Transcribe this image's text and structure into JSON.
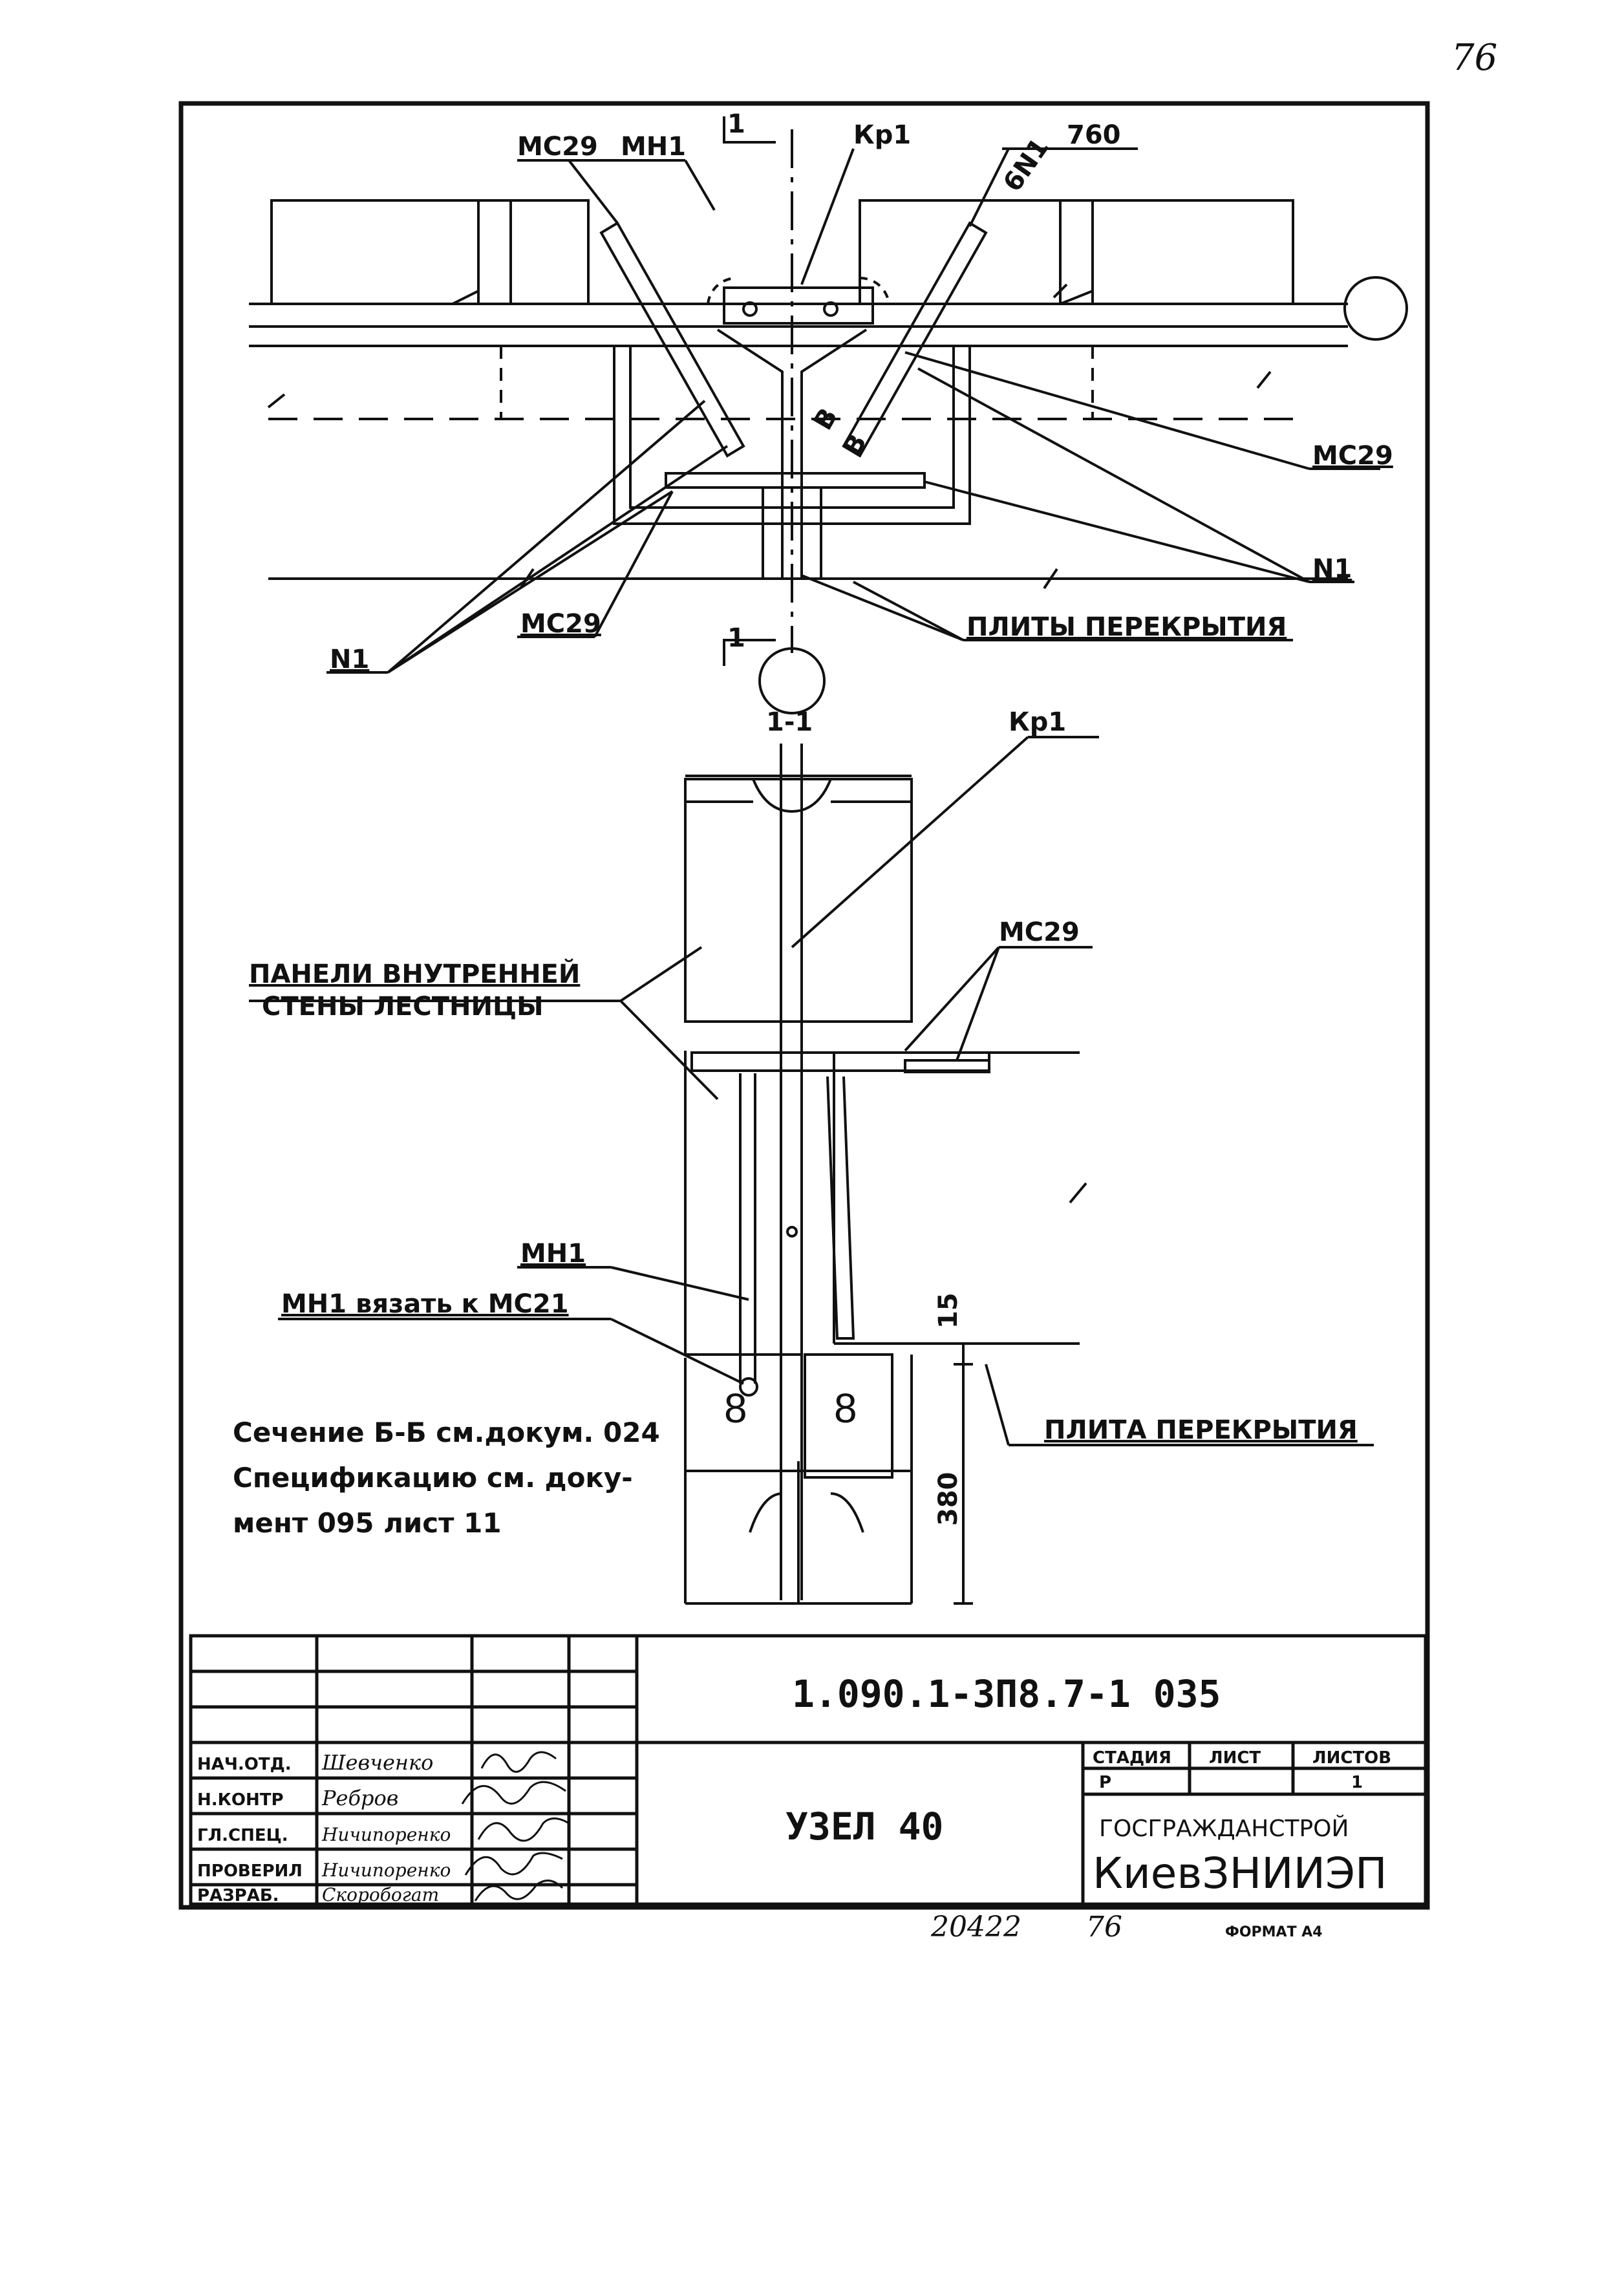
{
  "sheet_number_corner": "76",
  "plan": {
    "label_mc29_top": "МС29",
    "label_mn1_top": "МН1",
    "label_kr1": "Кр1",
    "label_6n1": "6N1",
    "label_760": "760",
    "label_section_mark_top": "1",
    "label_section_mark_bottom": "1",
    "label_mc29_right": "МС29",
    "label_n1_right": "N1",
    "label_b1": "В",
    "label_b2": "В",
    "label_n1_left": "N1",
    "label_mc29_bottom": "МС29",
    "label_slabs": "ПЛИТЫ ПЕРЕКРЫТИЯ"
  },
  "section": {
    "title": "1-1",
    "label_kr1": "Кр1",
    "label_mc29": "МС29",
    "label_panels_line1": "ПАНЕЛИ ВНУТРЕННЕЙ",
    "label_panels_line2": "СТЕНЫ ЛЕСТНИЦЫ",
    "label_mn1": "МН1",
    "label_mn1_tie": "МН1 вязать к МС21",
    "dim_15": "15",
    "dim_380": "380",
    "label_8_left": "8",
    "label_8_right": "8",
    "label_slab": "ПЛИТА ПЕРЕКРЫТИЯ"
  },
  "notes": {
    "line1": "Сечение Б-Б см.докум. 024",
    "line2": "Спецификацию см. доку-",
    "line3": "мент 095 лист 11"
  },
  "title_block": {
    "document_code": "1.090.1-3П8.7-1   035",
    "sheet_title": "УЗЕЛ 40",
    "stage_header": "СТАДИЯ",
    "sheet_header": "ЛИСТ",
    "sheets_header": "ЛИСТОВ",
    "stage_value": "Р",
    "sheets_value": "1",
    "org_line1": "ГОСГРАЖДАНСТРОЙ",
    "org_line2": "КиевЗНИИЭП",
    "roles": [
      "НАЧ.ОТД.",
      "Н.КОНТР",
      "ГЛ.СПЕЦ.",
      "ПРОВЕРИЛ",
      "РАЗРАБ."
    ],
    "names": [
      "Шевченко",
      "Ребров",
      "Ничипоренко",
      "Ничипоренко",
      "Скоробогат"
    ]
  },
  "footer": {
    "inventory_number": "20422",
    "page": "76",
    "format": "ФОРМАТ А4"
  }
}
